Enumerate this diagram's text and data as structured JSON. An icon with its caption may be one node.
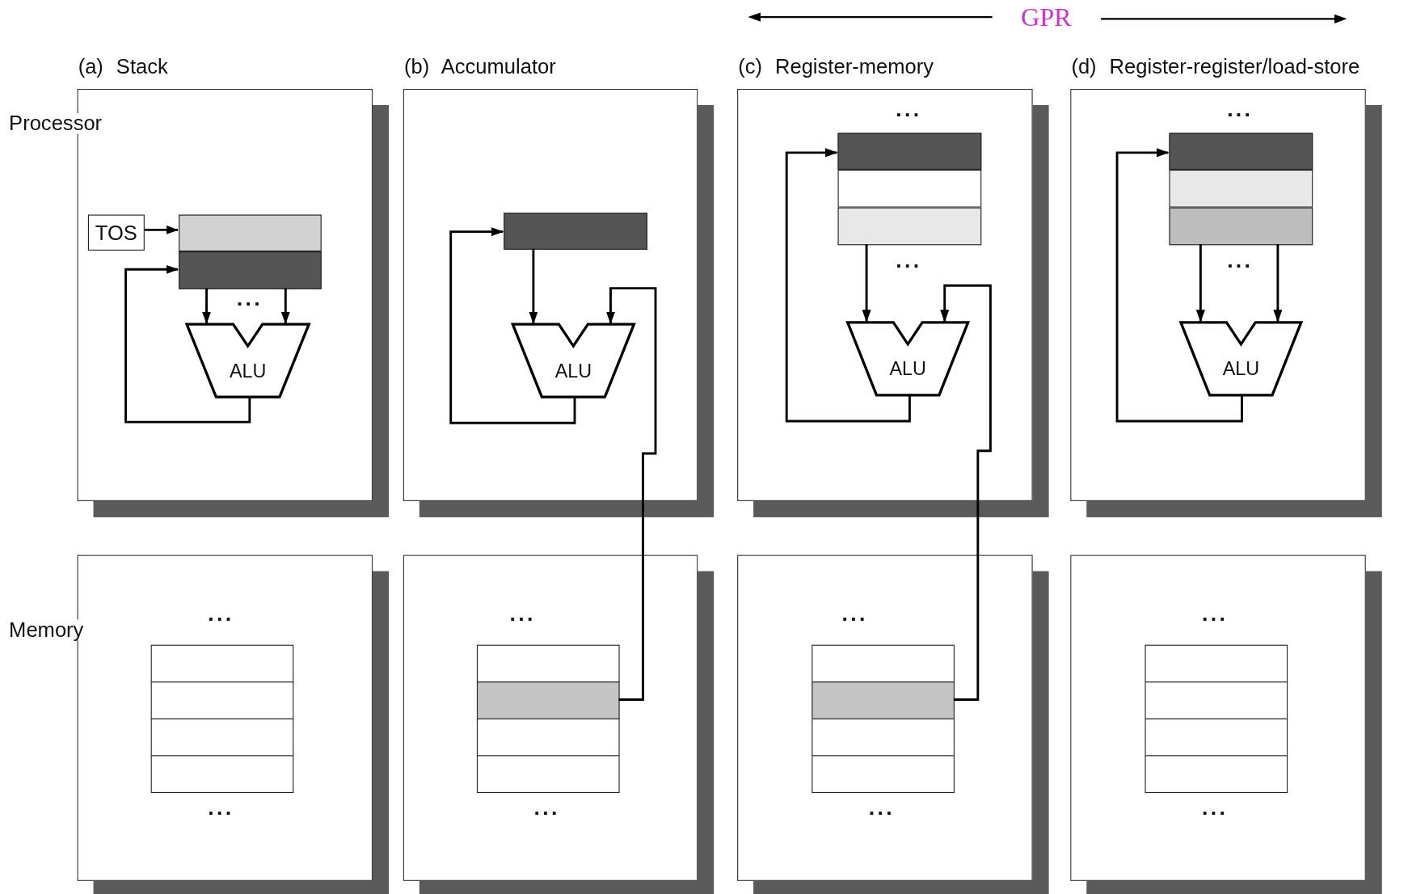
{
  "diagram": {
    "nodes": [
      {
        "text": [
          "(a) Stack"
        ]
      },
      {
        "text": [
          "TOS"
        ],
        "in": 0
      },
      {
        "text": [],
        "shape": "box",
        "in": 0
      },
      {
        "text": [],
        "shape": "box",
        "in": 0
      },
      {
        "text": [
          "ALU"
        ],
        "in": 0
      },
      {
        "text": [
          "(b) Accumulator"
        ]
      },
      {
        "text": [],
        "shape": "box",
        "in": 5
      },
      {
        "text": [
          "ALU"
        ],
        "in": 5
      },
      {
        "text": [
          "(c) Register-memory"
        ]
      },
      {
        "text": [],
        "shape": "box",
        "in": 8
      },
      {
        "text": [],
        "shape": "box",
        "in": 8
      },
      {
        "text": [],
        "shape": "box",
        "in": 8
      },
      {
        "text": [
          "ALU"
        ],
        "in": 8
      },
      {
        "text": [
          "(d) Register-register/load-store"
        ]
      },
      {
        "text": [],
        "shape": "box",
        "in": 13
      },
      {
        "text": [],
        "shape": "box",
        "in": 13
      },
      {
        "text": [],
        "shape": "box",
        "in": 13
      },
      {
        "text": [
          "ALU"
        ],
        "in": 13
      },
      {
        "text": [],
        "shape": "box"
      },
      {
        "text": [],
        "shape": "box",
        "in": 18
      },
      {
        "text": [],
        "shape": "box",
        "in": 18
      },
      {
        "text": [],
        "shape": "box",
        "in": 18
      },
      {
        "text": [],
        "shape": "box",
        "in": 18
      },
      {
        "text": [],
        "shape": "box"
      },
      {
        "text": [],
        "shape": "box",
        "in": 23
      },
      {
        "text": [],
        "shape": "box",
        "in": 23
      },
      {
        "text": [],
        "shape": "box",
        "in": 23
      },
      {
        "text": [],
        "shape": "box",
        "in": 23
      },
      {
        "text": [],
        "shape": "box"
      },
      {
        "text": [],
        "shape": "box",
        "in": 28
      },
      {
        "text": [],
        "shape": "box",
        "in": 28
      },
      {
        "text": [],
        "shape": "box",
        "in": 28
      },
      {
        "text": [],
        "shape": "box",
        "in": 28
      },
      {
        "text": [],
        "shape": "box"
      },
      {
        "text": [],
        "shape": "box",
        "in": 33
      },
      {
        "text": [],
        "shape": "box",
        "in": 33
      },
      {
        "text": [],
        "shape": "box",
        "in": 33
      },
      {
        "text": [],
        "shape": "box",
        "in": 33
      }
    ],
    "edges": [
      {
        "from": 1,
        "to": 2,
        "arrow": "to"
      },
      {
        "from": 4,
        "to": 3,
        "arrow": "to"
      },
      {
        "from": 3,
        "to": 4,
        "arrow": "to"
      },
      {
        "from": 3,
        "to": 4,
        "arrow": "to"
      },
      {
        "from": 7,
        "to": 6,
        "arrow": "to"
      },
      {
        "from": 6,
        "to": 7,
        "arrow": "to"
      },
      {
        "from": 25,
        "to": 7,
        "arrow": "to"
      },
      {
        "from": 12,
        "to": 9,
        "arrow": "to"
      },
      {
        "from": 11,
        "to": 12,
        "arrow": "to"
      },
      {
        "from": 30,
        "to": 12,
        "arrow": "to"
      },
      {
        "from": 17,
        "to": 14,
        "arrow": "to"
      },
      {
        "from": 16,
        "to": 17,
        "arrow": "to"
      },
      {
        "from": 16,
        "to": 17,
        "arrow": "to"
      }
    ],
    "labels": [
      "GPR",
      "...",
      "...",
      "Processor",
      "...",
      "...",
      "...",
      "...",
      "...",
      "...",
      "...",
      "Memory",
      "...",
      "...",
      "...",
      "..."
    ]
  }
}
